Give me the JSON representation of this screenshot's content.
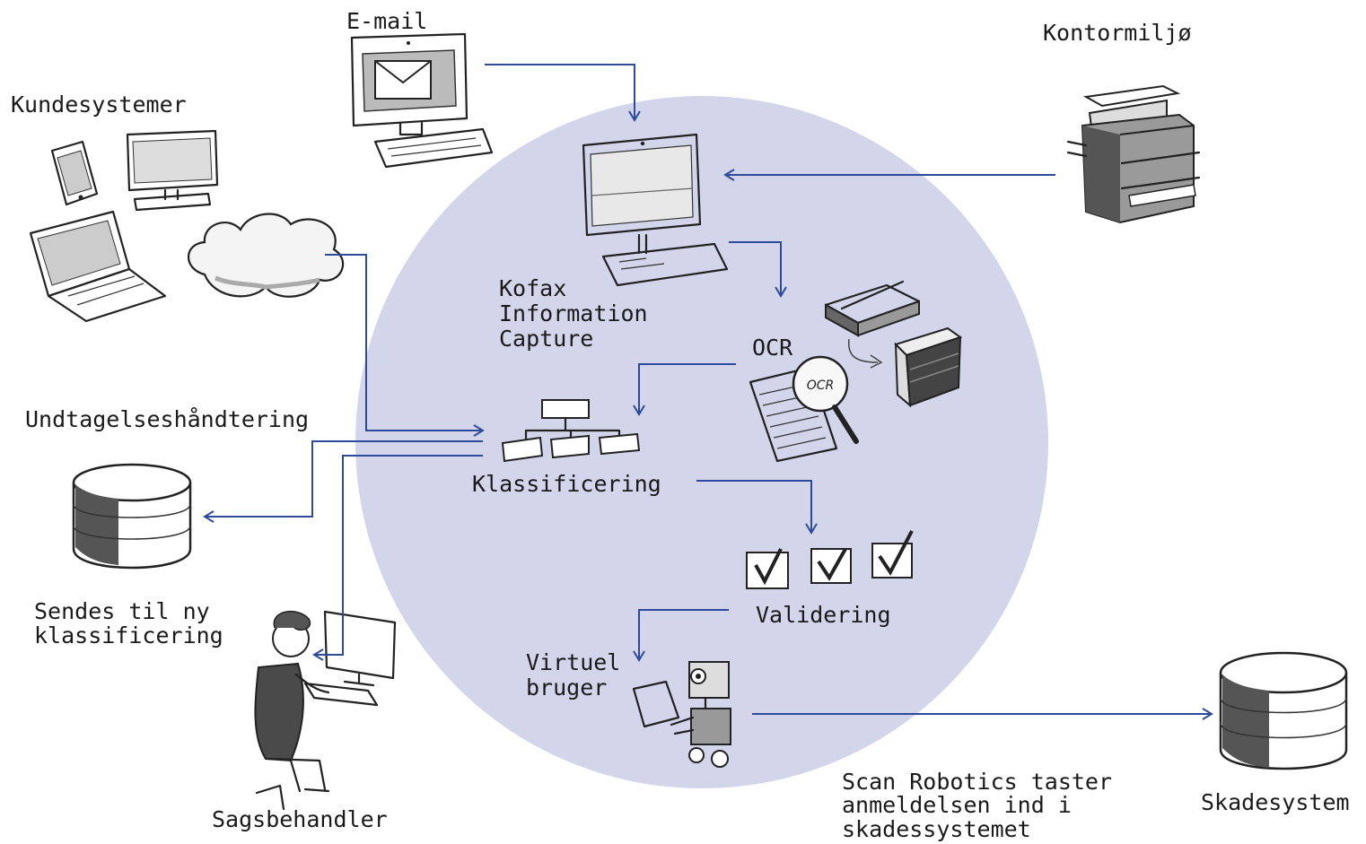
{
  "colors": {
    "circle": "#d3d5eb",
    "arrow": "#2e4a9a",
    "text": "#1a1a1a"
  },
  "labels": {
    "email": "E-mail",
    "kontormiljo": "Kontormiljø",
    "kundesystemer": "Kundesystemer",
    "kofax": [
      "Kofax",
      "Information",
      "Capture"
    ],
    "ocr": "OCR",
    "ocr_lens": "OCR",
    "undtagelse": "Undtagelseshåndtering",
    "klassificering": "Klassificering",
    "sendes": [
      "Sendes til ny",
      "klassificering"
    ],
    "validering": "Validering",
    "virtuel": [
      "Virtuel",
      "bruger"
    ],
    "sagsbehandler": "Sagsbehandler",
    "scan": [
      "Scan Robotics taster",
      "anmeldelsen ind i",
      "skadessystemet"
    ],
    "skadesystem": "Skadesystem"
  },
  "icons": [
    "email-computer-icon",
    "printer-icon",
    "phone-icon",
    "monitor-icon",
    "laptop-icon",
    "cloud-icon",
    "kofax-computer-icon",
    "scanner-icon",
    "ocr-document-icon",
    "magnifier-icon",
    "server-icon",
    "hierarchy-icon",
    "database-icon",
    "checkbox-icon",
    "person-at-computer-icon",
    "robot-icon"
  ]
}
